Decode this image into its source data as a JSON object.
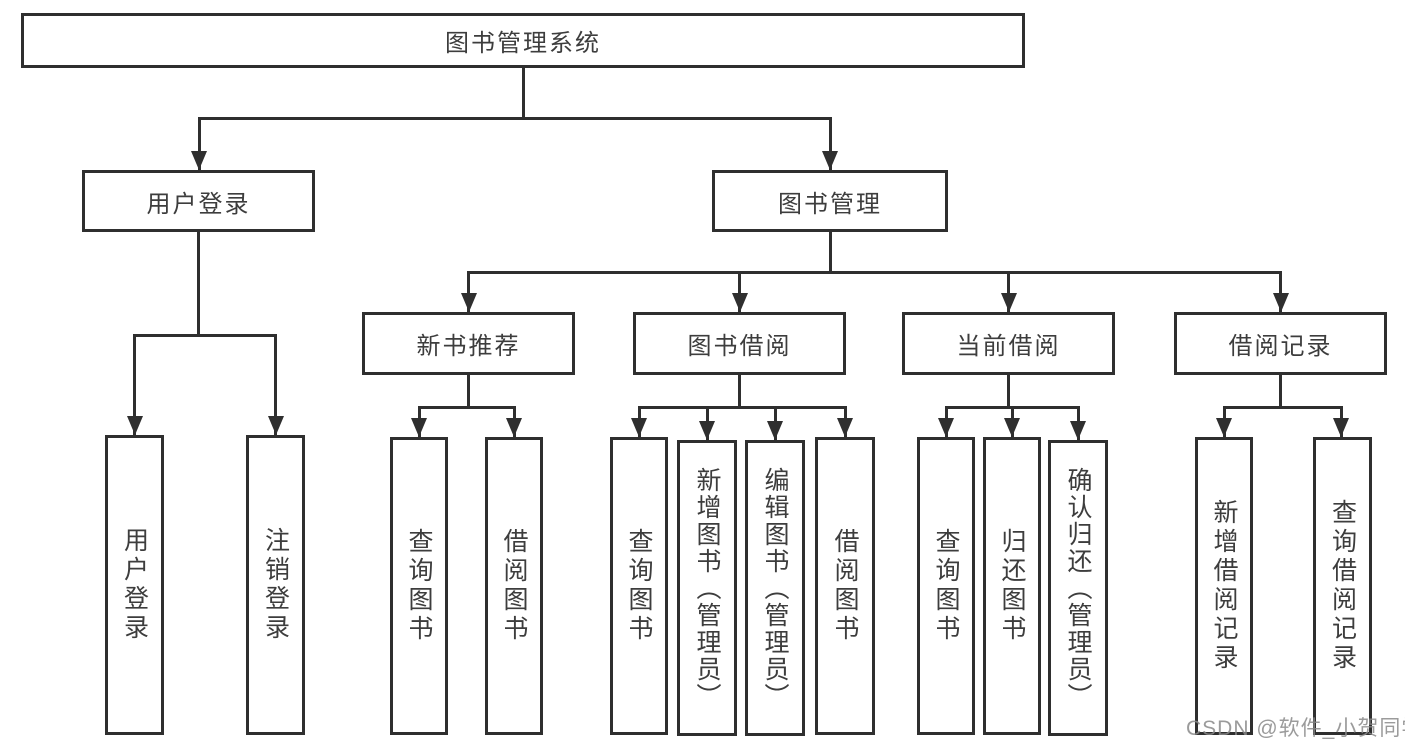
{
  "tree": {
    "label": "图书管理系统",
    "children": [
      {
        "label": "用户登录",
        "children": [
          {
            "label": "用户登录"
          },
          {
            "label": "注销登录"
          }
        ]
      },
      {
        "label": "图书管理",
        "children": [
          {
            "label": "新书推荐",
            "children": [
              {
                "label": "查询图书"
              },
              {
                "label": "借阅图书"
              }
            ]
          },
          {
            "label": "图书借阅",
            "children": [
              {
                "label": "查询图书"
              },
              {
                "label": "新增图书（管理员）"
              },
              {
                "label": "编辑图书（管理员）"
              },
              {
                "label": "借阅图书"
              }
            ]
          },
          {
            "label": "当前借阅",
            "children": [
              {
                "label": "查询图书"
              },
              {
                "label": "归还图书"
              },
              {
                "label": "确认归还（管理员）"
              }
            ]
          },
          {
            "label": "借阅记录",
            "children": [
              {
                "label": "新增借阅记录"
              },
              {
                "label": "查询借阅记录"
              }
            ]
          }
        ]
      }
    ]
  },
  "watermark": {
    "text": "CSDN @软件_小贺同学"
  },
  "colors": {
    "line": "#2f2f2f",
    "text": "#3d3d3d",
    "watermark": "#8a8a8a",
    "background": "#ffffff"
  }
}
